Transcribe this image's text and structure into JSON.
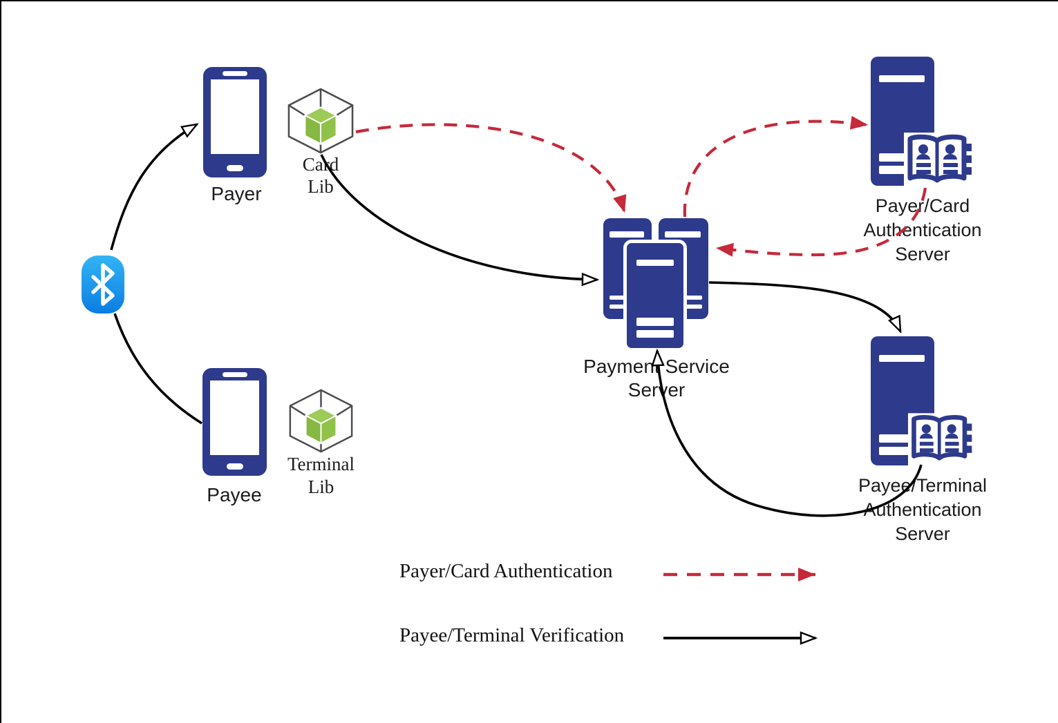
{
  "nodes": {
    "payer": {
      "label": "Payer"
    },
    "payee": {
      "label": "Payee"
    },
    "card_lib": {
      "lines": [
        "Card",
        "Lib"
      ]
    },
    "terminal_lib": {
      "lines": [
        "Terminal",
        "Lib"
      ]
    },
    "payment_service_server": {
      "lines": [
        "Payment Service",
        "Server"
      ]
    },
    "payer_card_auth_server": {
      "lines": [
        "Payer/Card",
        "Authentication",
        "Server"
      ]
    },
    "payee_terminal_auth_server": {
      "lines": [
        "Payee/Terminal",
        "Authentication",
        "Server"
      ]
    }
  },
  "legend": {
    "items": [
      {
        "label": "Payer/Card Authentication",
        "line_style": "red-dashed-arrow"
      },
      {
        "label": "Payee/Terminal Verification",
        "line_style": "black-solid-open-arrow"
      }
    ]
  },
  "connections": [
    {
      "from": "bluetooth",
      "to": "payer",
      "type": "black-solid"
    },
    {
      "from": "bluetooth",
      "to": "payee",
      "type": "black-solid"
    },
    {
      "from": "card_lib",
      "to": "payment_service_server",
      "type": "red-dashed"
    },
    {
      "from": "card_lib",
      "to": "payment_service_server",
      "type": "black-solid"
    },
    {
      "from": "payment_service_server",
      "to": "payer_card_auth_server",
      "type": "red-dashed"
    },
    {
      "from": "payer_card_auth_server",
      "to": "payment_service_server",
      "type": "red-dashed"
    },
    {
      "from": "payment_service_server",
      "to": "payee_terminal_auth_server",
      "type": "black-solid"
    },
    {
      "from": "payee_terminal_auth_server",
      "to": "payment_service_server",
      "type": "black-solid"
    }
  ],
  "colors": {
    "node_navy": "#2e3a8c",
    "auth_arrow_red": "#c5293a",
    "verification_arrow_black": "#000000",
    "package_green": "#8cbf45",
    "bluetooth_blue_top": "#33b4f4",
    "bluetooth_blue_bottom": "#0b7de2",
    "wireframe_gray": "#4d4d4d"
  }
}
